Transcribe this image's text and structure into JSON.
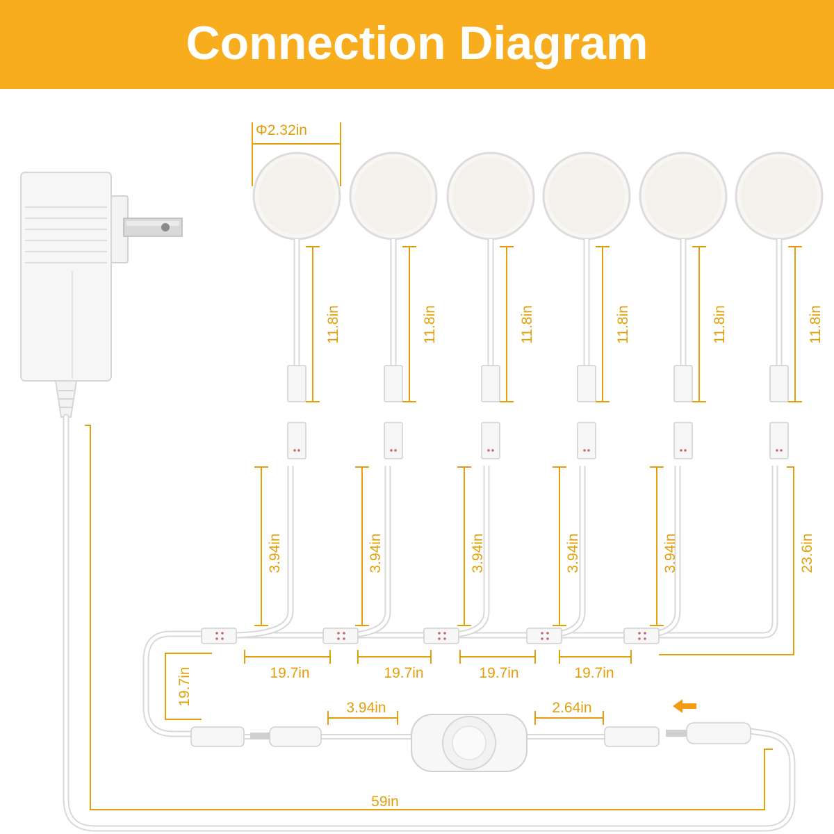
{
  "title": "Connection Diagram",
  "colors": {
    "banner": "#f7ad1e",
    "dimension": "#e1a00a",
    "dimension_text": "#e1a00a",
    "device": "#f6f6f6",
    "device_outline": "#d6d6d6",
    "arrow": "#f39b12"
  },
  "puck_diameter": "Φ2.32in",
  "lights": [
    {
      "lead_length": "11.8in",
      "branch_length": "3.94in"
    },
    {
      "lead_length": "11.8in",
      "branch_length": "3.94in"
    },
    {
      "lead_length": "11.8in",
      "branch_length": "3.94in"
    },
    {
      "lead_length": "11.8in",
      "branch_length": "3.94in"
    },
    {
      "lead_length": "11.8in",
      "branch_length": "3.94in"
    },
    {
      "lead_length": "11.8in",
      "branch_length": "23.6in"
    }
  ],
  "splitter_spacings": [
    "19.7in",
    "19.7in",
    "19.7in",
    "19.7in"
  ],
  "left_drop": "19.7in",
  "dimmer_input_cable": "3.94in",
  "dimmer_output_cable": "2.64in",
  "adapter_cable": "59in",
  "icons": {
    "adapter": "power-adapter-icon",
    "dimmer": "dimmer-switch-icon",
    "arrow": "left-arrow-icon"
  }
}
